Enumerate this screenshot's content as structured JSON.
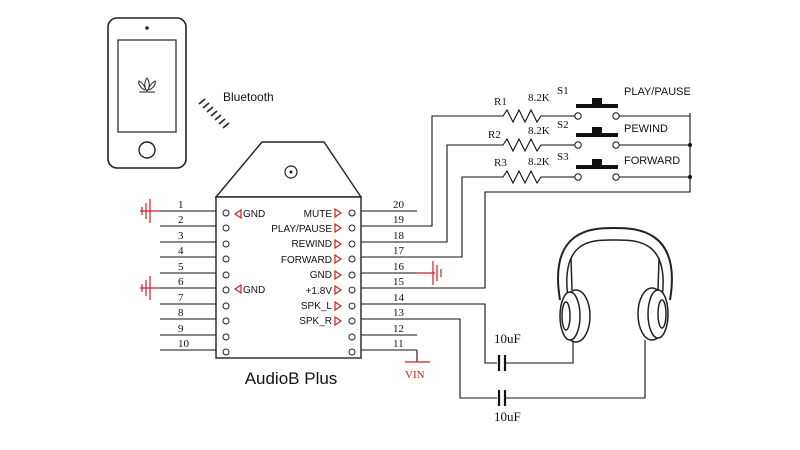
{
  "phone": {
    "icon": "lotus-logo-icon"
  },
  "bluetooth_label": "Bluetooth",
  "module": {
    "name": "AudioB Plus",
    "left_pins": [
      {
        "num": "1",
        "label": "GND"
      },
      {
        "num": "2",
        "label": ""
      },
      {
        "num": "3",
        "label": ""
      },
      {
        "num": "4",
        "label": ""
      },
      {
        "num": "5",
        "label": ""
      },
      {
        "num": "6",
        "label": "GND"
      },
      {
        "num": "7",
        "label": ""
      },
      {
        "num": "8",
        "label": ""
      },
      {
        "num": "9",
        "label": ""
      },
      {
        "num": "10",
        "label": ""
      }
    ],
    "right_pins": [
      {
        "num": "20",
        "label": "MUTE"
      },
      {
        "num": "19",
        "label": "PLAY/PAUSE"
      },
      {
        "num": "18",
        "label": "REWIND"
      },
      {
        "num": "17",
        "label": "FORWARD"
      },
      {
        "num": "16",
        "label": "GND"
      },
      {
        "num": "15",
        "label": "+1.8V"
      },
      {
        "num": "14",
        "label": "SPK_L"
      },
      {
        "num": "13",
        "label": "SPK_R"
      },
      {
        "num": "12",
        "label": ""
      },
      {
        "num": "11",
        "label": ""
      }
    ]
  },
  "vin_label": "VIN",
  "resistors": [
    {
      "ref": "R1",
      "value": "8.2K"
    },
    {
      "ref": "R2",
      "value": "8.2K"
    },
    {
      "ref": "R3",
      "value": "8.2K"
    }
  ],
  "switches": [
    {
      "ref": "S1",
      "label": "PLAY/PAUSE"
    },
    {
      "ref": "S2",
      "label": "PEWIND"
    },
    {
      "ref": "S3",
      "label": "FORWARD"
    }
  ],
  "capacitors": [
    {
      "value": "10uF"
    },
    {
      "value": "10uF"
    }
  ],
  "headphones": {
    "icon": "headphones-icon"
  },
  "colors": {
    "ground_symbol": "#d02020",
    "pin_arrow": "#d02020",
    "wire": "#111111"
  }
}
